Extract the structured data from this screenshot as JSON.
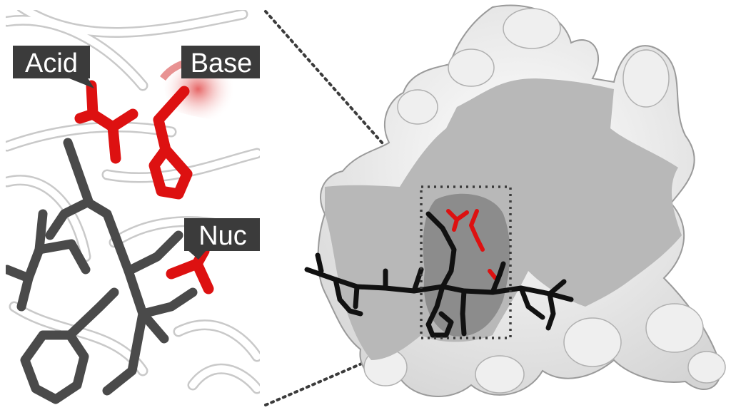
{
  "labels": {
    "acid": "Acid",
    "base": "Base",
    "nuc": "Nuc"
  },
  "colors": {
    "catalytic_residue": "#dd1111",
    "ligand": "#111111",
    "ligand_in_inset": "#4a4a4a",
    "surface_cut": "#b8b8b8",
    "surface": "#f4f4f4",
    "label_box": "#3b3b3b",
    "label_text": "#ffffff"
  }
}
